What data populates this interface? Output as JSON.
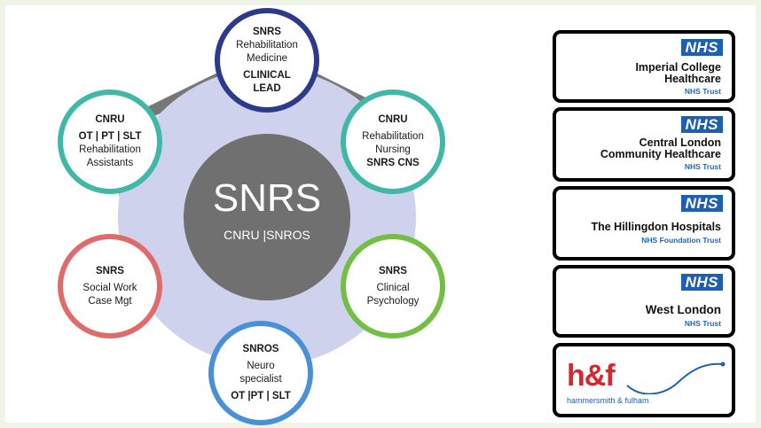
{
  "diagram": {
    "center": {
      "title": "SNRS",
      "subtitle": "CNRU |SNROS"
    },
    "nodes": [
      {
        "id": "top",
        "color": "#2d3a8c",
        "lines": [
          {
            "text": "SNRS",
            "bold": true
          },
          {
            "text": "Rehabilitation",
            "bold": false
          },
          {
            "text": "Medicine",
            "bold": false
          },
          {
            "gap": true
          },
          {
            "text": "CLINICAL",
            "bold": true
          },
          {
            "text": "LEAD",
            "bold": true
          }
        ]
      },
      {
        "id": "upper-right",
        "color": "#3fb8a8",
        "lines": [
          {
            "text": "CNRU",
            "bold": true
          },
          {
            "gap": true
          },
          {
            "text": "Rehabilitation",
            "bold": false
          },
          {
            "text": "Nursing",
            "bold": false
          },
          {
            "text": "SNRS CNS",
            "bold": true
          }
        ]
      },
      {
        "id": "lower-right",
        "color": "#72bf44",
        "lines": [
          {
            "text": "SNRS",
            "bold": true
          },
          {
            "gap": true
          },
          {
            "text": "Clinical",
            "bold": false
          },
          {
            "text": "Psychology",
            "bold": false
          }
        ]
      },
      {
        "id": "bottom",
        "color": "#4a90d6",
        "lines": [
          {
            "text": "SNROS",
            "bold": true
          },
          {
            "gap": true
          },
          {
            "text": "Neuro",
            "bold": false
          },
          {
            "text": "specialist",
            "bold": false
          },
          {
            "gap": true
          },
          {
            "text": "OT |PT | SLT",
            "bold": true
          }
        ]
      },
      {
        "id": "lower-left",
        "color": "#e06b6b",
        "lines": [
          {
            "text": "SNRS",
            "bold": true
          },
          {
            "gap": true
          },
          {
            "text": "Social Work",
            "bold": false
          },
          {
            "text": "Case Mgt",
            "bold": false
          }
        ]
      },
      {
        "id": "upper-left",
        "color": "#3fb8a8",
        "lines": [
          {
            "text": "CNRU",
            "bold": true
          },
          {
            "gap": true
          },
          {
            "text": "OT | PT | SLT",
            "bold": true
          },
          {
            "text": "Rehabilitation",
            "bold": false
          },
          {
            "text": "Assistants",
            "bold": false
          }
        ]
      }
    ]
  },
  "trusts": [
    {
      "color": "#3fb8a8",
      "badge": "NHS",
      "name": [
        "Imperial College",
        "Healthcare"
      ],
      "sub": "NHS Trust"
    },
    {
      "color": "#4a90d6",
      "badge": "NHS",
      "name": [
        "Central London",
        "Community Healthcare"
      ],
      "sub": "NHS Trust"
    },
    {
      "color": "#2d3a8c",
      "badge": "NHS",
      "name": [
        "The Hillingdon Hospitals"
      ],
      "sub": "NHS Foundation Trust"
    },
    {
      "color": "#72bf44",
      "badge": "NHS",
      "name": [
        "West London"
      ],
      "sub": "NHS Trust"
    },
    {
      "color": "#e06b6b",
      "logo": "h&f",
      "caption": "hammersmith & fulham"
    }
  ]
}
